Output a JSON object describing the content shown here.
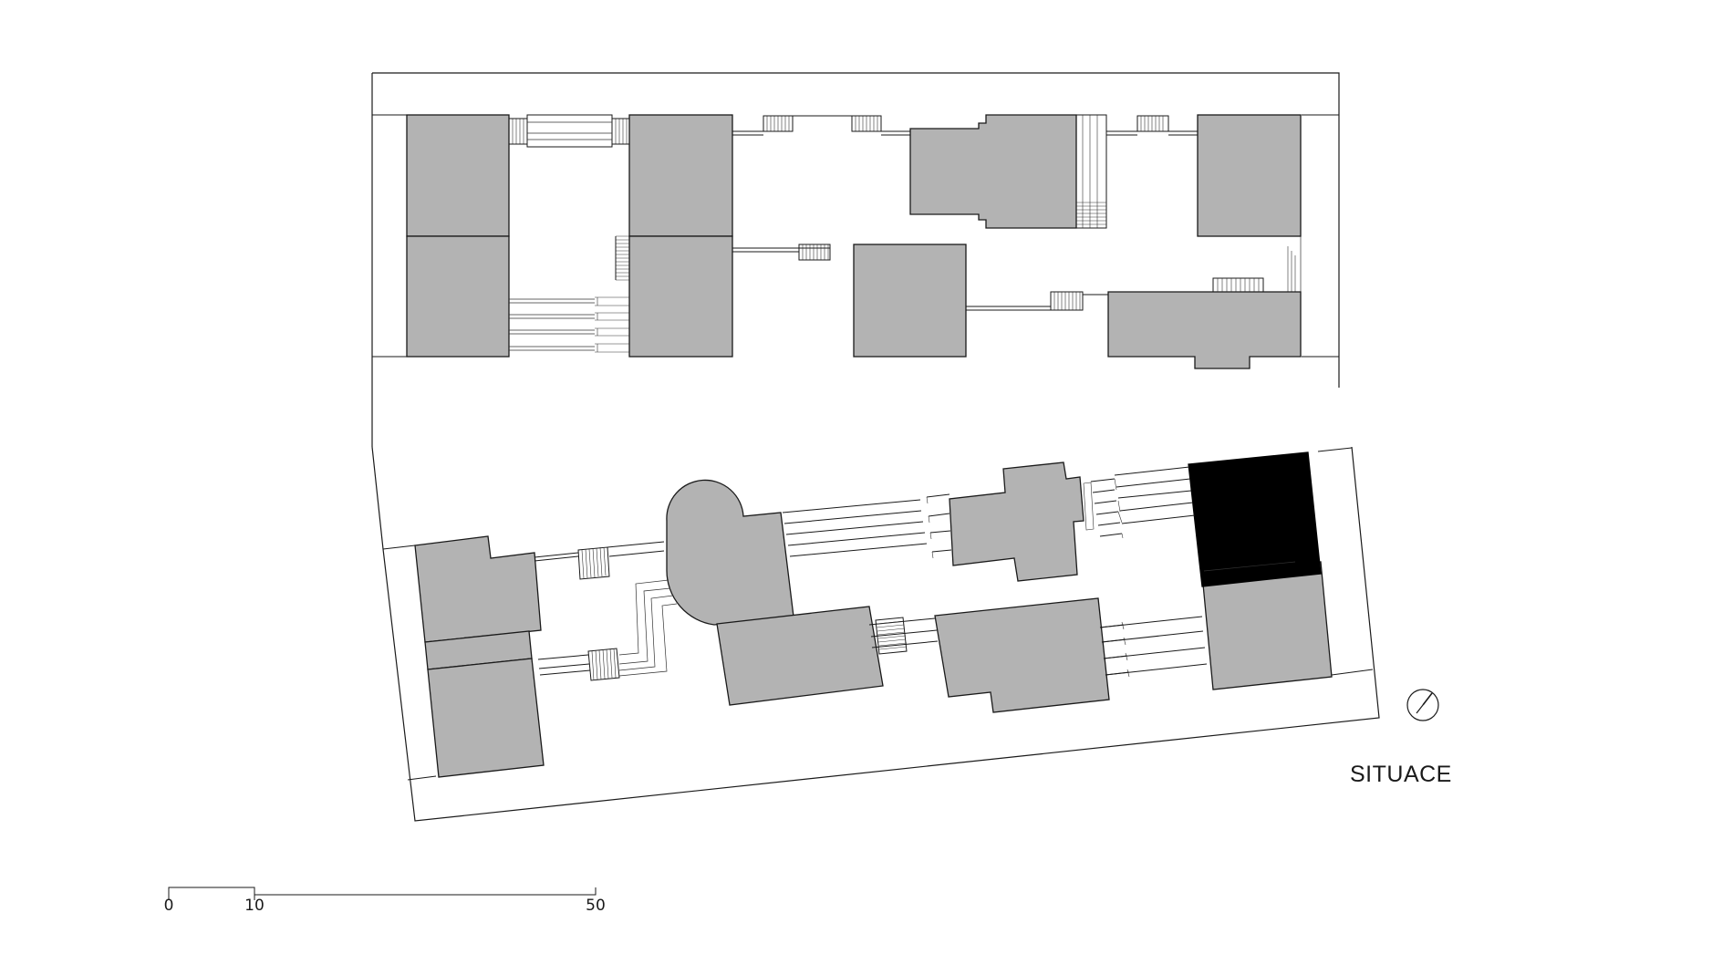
{
  "title": "SITUACE",
  "scale_bar": {
    "labels": [
      "0",
      "10",
      "50"
    ]
  },
  "colors": {
    "building": "#b3b3b3",
    "highlighted_building": "#000000",
    "line": "#1a1a1a",
    "background": "#ffffff"
  },
  "icons": {
    "north_arrow": "north-arrow-icon"
  }
}
